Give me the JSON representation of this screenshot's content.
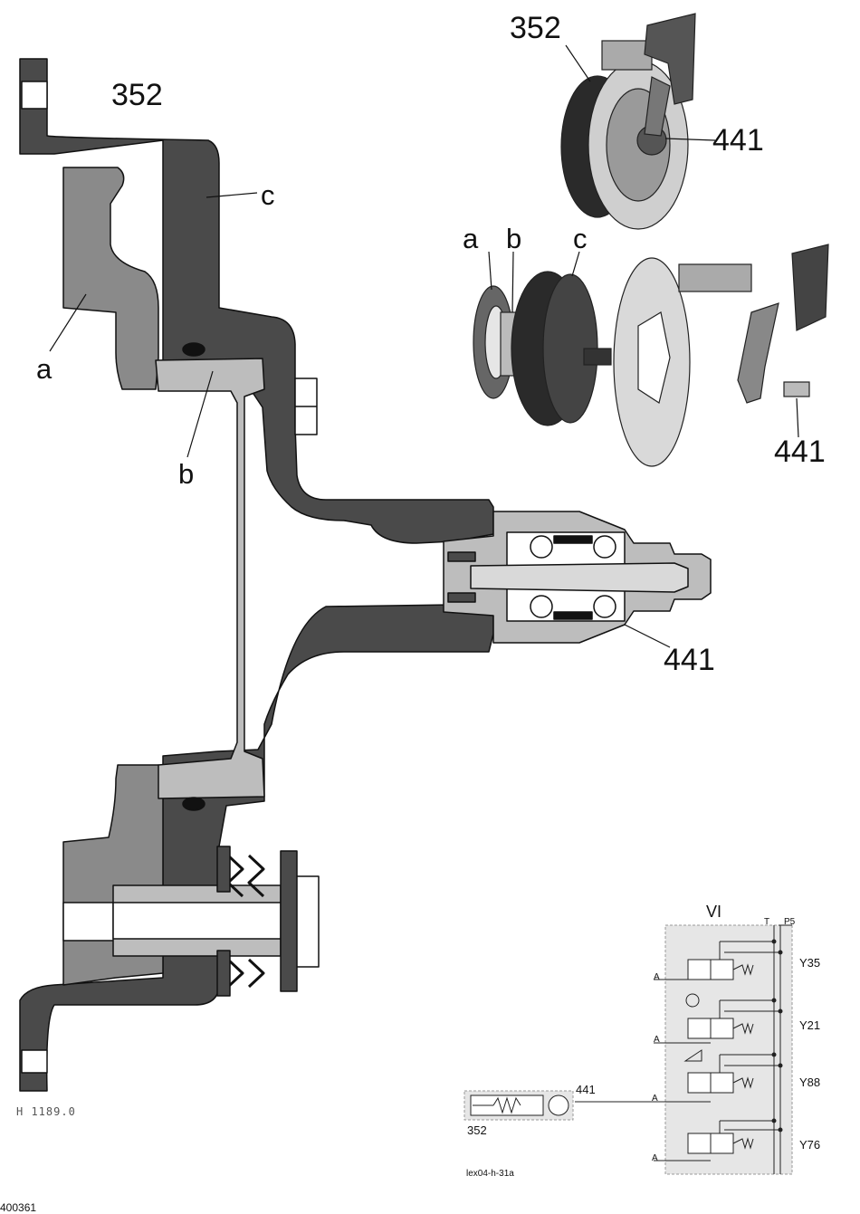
{
  "cross_section": {
    "part_number": "352",
    "callouts": {
      "a": "a",
      "b": "b",
      "c": "c",
      "pin": "441"
    },
    "drawing_ref": "H 1189.0"
  },
  "assembly_view": {
    "part_number": "352",
    "pin": "441"
  },
  "exploded_view": {
    "a": "a",
    "b": "b",
    "c": "c",
    "pin": "441"
  },
  "schematic": {
    "block": "VI",
    "ports": {
      "t": "T",
      "p": "P5"
    },
    "valves": [
      {
        "label": "Y35",
        "port": "A"
      },
      {
        "label": "Y21",
        "port": "A"
      },
      {
        "label": "Y88",
        "port": "A"
      },
      {
        "label": "Y76",
        "port": "A"
      }
    ],
    "actuator_label": "352",
    "actuator_pin": "441",
    "actuator_port": "A",
    "ref": "lex04-h-31a"
  },
  "figure_id": "400361",
  "colors": {
    "dark": "#4a4a4a",
    "mid": "#8a8a8a",
    "light": "#bdbdbd",
    "panel": "#e6e6e6"
  }
}
